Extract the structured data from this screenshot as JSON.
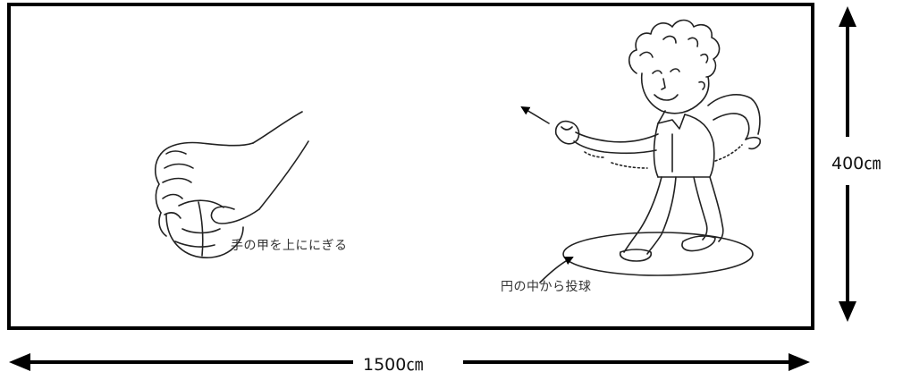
{
  "illustration": {
    "grip_caption": "手の甲を上ににぎる",
    "throw_caption": "円の中から投球"
  },
  "dimensions": {
    "width_label": "1500㎝",
    "height_label": "400㎝"
  },
  "colors": {
    "frame": "#000000",
    "ink": "#222222",
    "background": "#ffffff"
  }
}
